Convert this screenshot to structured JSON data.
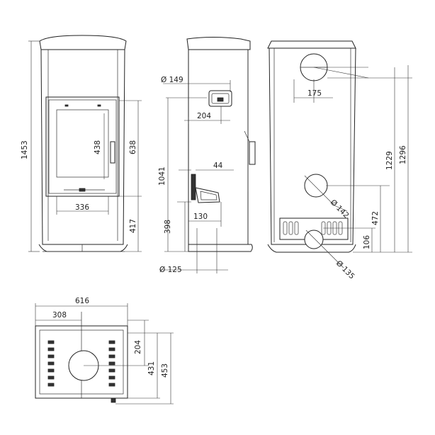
{
  "dims": {
    "front_height": "1453",
    "door_height": "638",
    "glass_height": "438",
    "glass_width": "336",
    "lower_height": "417",
    "side_top_diameter": "Ø 149",
    "side_top_width": "204",
    "side_height": "1041",
    "side_offset": "44",
    "side_bottom_height": "398",
    "side_bottom_width": "130",
    "side_bottom_diameter": "Ø 125",
    "rear_offset": "175",
    "rear_height_a": "1229",
    "rear_height_b": "1296",
    "rear_mid_diameter": "Ø 142",
    "rear_mid_height": "472",
    "rear_low_height": "106",
    "rear_low_diameter": "Ø 135",
    "plan_width": "616",
    "plan_half_width": "308",
    "plan_depth_a": "204",
    "plan_depth_b": "431",
    "plan_depth_c": "453"
  }
}
